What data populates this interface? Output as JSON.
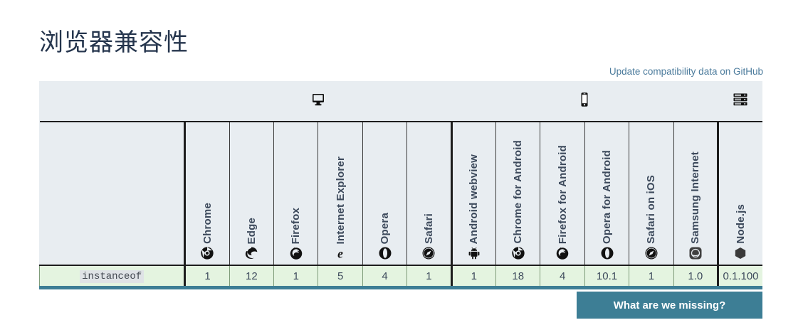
{
  "page": {
    "title": "浏览器兼容性"
  },
  "github": {
    "link_label": "Update compatibility data on GitHub",
    "color": "#4b7b9c"
  },
  "table": {
    "feature": {
      "name": "instanceof"
    },
    "platforms": [
      {
        "id": "desktop",
        "icon": "desktop-monitor-icon",
        "span": 6
      },
      {
        "id": "mobile",
        "icon": "mobile-phone-icon",
        "span": 6
      },
      {
        "id": "server",
        "icon": "server-rack-icon",
        "span": 1
      }
    ],
    "browsers": [
      {
        "name": "Chrome",
        "icon": "chrome-icon",
        "platform": "desktop",
        "value": "1"
      },
      {
        "name": "Edge",
        "icon": "edge-icon",
        "platform": "desktop",
        "value": "12"
      },
      {
        "name": "Firefox",
        "icon": "firefox-icon",
        "platform": "desktop",
        "value": "1"
      },
      {
        "name": "Internet Explorer",
        "icon": "internet-explorer-icon",
        "platform": "desktop",
        "value": "5"
      },
      {
        "name": "Opera",
        "icon": "opera-icon",
        "platform": "desktop",
        "value": "4"
      },
      {
        "name": "Safari",
        "icon": "safari-icon",
        "platform": "desktop",
        "value": "1"
      },
      {
        "name": "Android webview",
        "icon": "android-icon",
        "platform": "mobile",
        "value": "1"
      },
      {
        "name": "Chrome for Android",
        "icon": "chrome-icon",
        "platform": "mobile",
        "value": "18"
      },
      {
        "name": "Firefox for Android",
        "icon": "firefox-icon",
        "platform": "mobile",
        "value": "4"
      },
      {
        "name": "Opera for Android",
        "icon": "opera-icon",
        "platform": "mobile",
        "value": "10.1"
      },
      {
        "name": "Safari on iOS",
        "icon": "safari-icon",
        "platform": "mobile",
        "value": "1"
      },
      {
        "name": "Samsung Internet",
        "icon": "samsung-internet-icon",
        "platform": "mobile",
        "value": "1.0"
      },
      {
        "name": "Node.js",
        "icon": "nodejs-icon",
        "platform": "server",
        "value": "0.1.100"
      }
    ],
    "colors": {
      "header_bg": "#e8edf1",
      "supported_cell_bg": "#e4f4e0",
      "accent": "#3d7e95",
      "text": "#3d4a5c"
    }
  },
  "footer": {
    "missing_label": "What are we missing?"
  }
}
